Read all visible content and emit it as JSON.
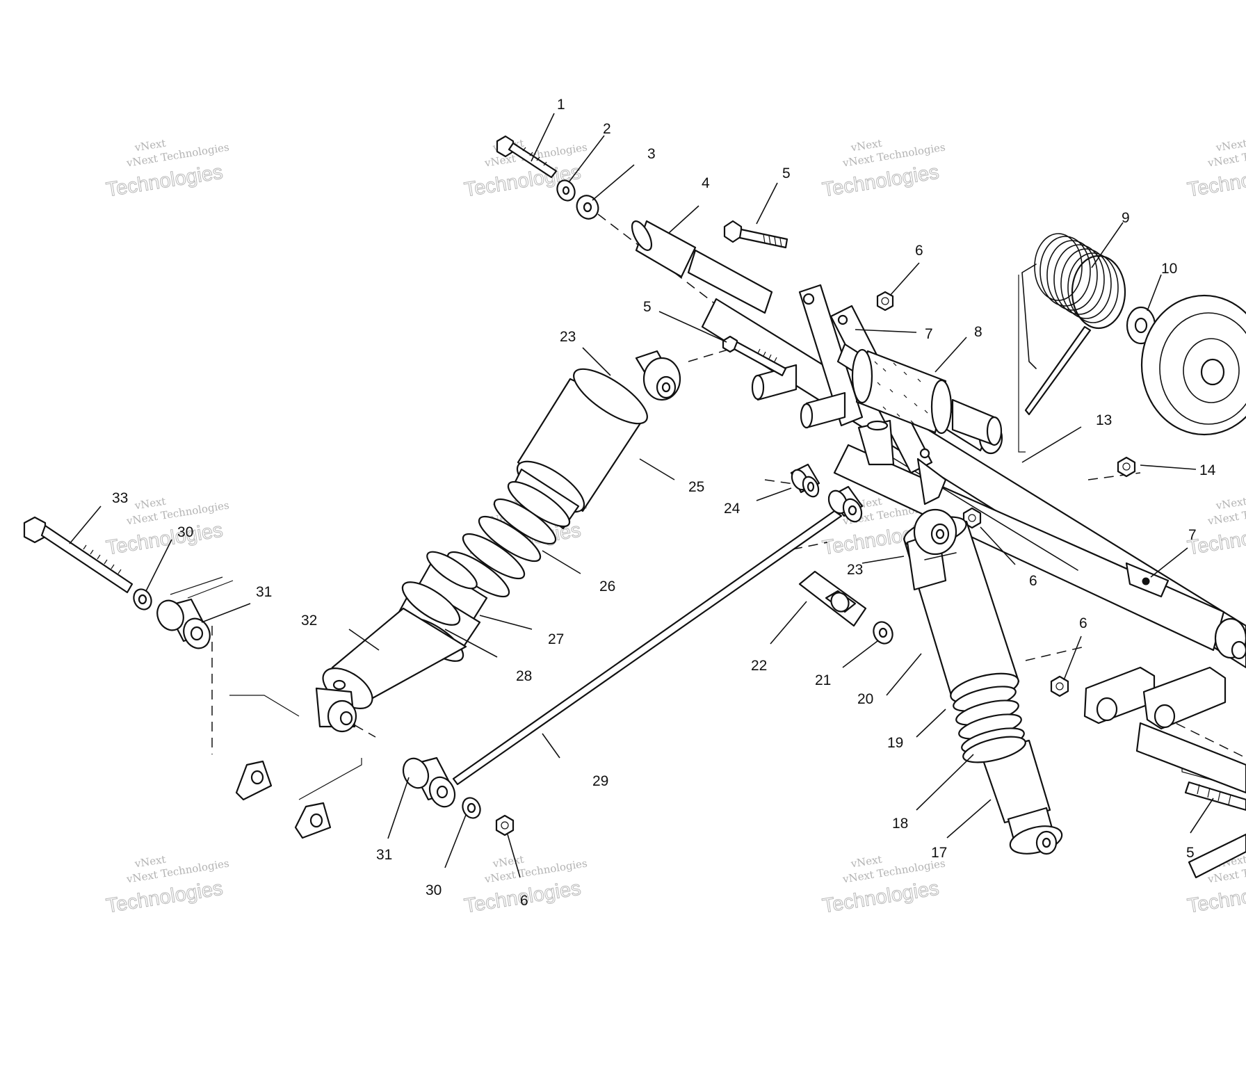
{
  "watermark": {
    "short": "vNext",
    "line": "vNext Technologies",
    "big": "Technologies"
  },
  "callouts": [
    {
      "id": "c1",
      "text": "1"
    },
    {
      "id": "c2",
      "text": "2"
    },
    {
      "id": "c3",
      "text": "3"
    },
    {
      "id": "c4",
      "text": "4"
    },
    {
      "id": "c5a",
      "text": "5"
    },
    {
      "id": "c5b",
      "text": "5"
    },
    {
      "id": "c5c",
      "text": "5"
    },
    {
      "id": "c6a",
      "text": "6"
    },
    {
      "id": "c6b",
      "text": "6"
    },
    {
      "id": "c6c",
      "text": "6"
    },
    {
      "id": "c6d",
      "text": "6"
    },
    {
      "id": "c7a",
      "text": "7"
    },
    {
      "id": "c7b",
      "text": "7"
    },
    {
      "id": "c8",
      "text": "8"
    },
    {
      "id": "c9",
      "text": "9"
    },
    {
      "id": "c10",
      "text": "10"
    },
    {
      "id": "c13",
      "text": "13"
    },
    {
      "id": "c14",
      "text": "14"
    },
    {
      "id": "c17",
      "text": "17"
    },
    {
      "id": "c18",
      "text": "18"
    },
    {
      "id": "c19",
      "text": "19"
    },
    {
      "id": "c20",
      "text": "20"
    },
    {
      "id": "c21",
      "text": "21"
    },
    {
      "id": "c22",
      "text": "22"
    },
    {
      "id": "c23a",
      "text": "23"
    },
    {
      "id": "c23b",
      "text": "23"
    },
    {
      "id": "c24",
      "text": "24"
    },
    {
      "id": "c25",
      "text": "25"
    },
    {
      "id": "c26",
      "text": "26"
    },
    {
      "id": "c27",
      "text": "27"
    },
    {
      "id": "c28",
      "text": "28"
    },
    {
      "id": "c29",
      "text": "29"
    },
    {
      "id": "c30a",
      "text": "30"
    },
    {
      "id": "c30b",
      "text": "30"
    },
    {
      "id": "c31a",
      "text": "31"
    },
    {
      "id": "c31b",
      "text": "31"
    },
    {
      "id": "c32",
      "text": "32"
    },
    {
      "id": "c33",
      "text": "33"
    }
  ]
}
